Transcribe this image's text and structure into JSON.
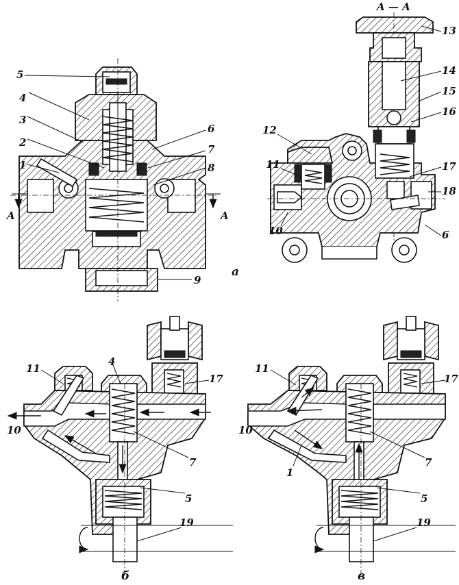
{
  "section_title": "A — A",
  "section_marks": {
    "left": "A",
    "right": "A"
  },
  "captions": {
    "a": "а",
    "b": "б",
    "v": "в"
  },
  "view_a_left_labels": [
    "5",
    "4",
    "3",
    "2",
    "1",
    "6",
    "7",
    "8",
    "9"
  ],
  "view_a_right_labels": [
    "13",
    "14",
    "15",
    "16",
    "12",
    "11",
    "17",
    "18",
    "10",
    "6"
  ],
  "view_b_labels": [
    "11",
    "4",
    "17",
    "10",
    "7",
    "5",
    "19"
  ],
  "view_v_labels": [
    "11",
    "17",
    "10",
    "1",
    "7",
    "5",
    "19"
  ]
}
